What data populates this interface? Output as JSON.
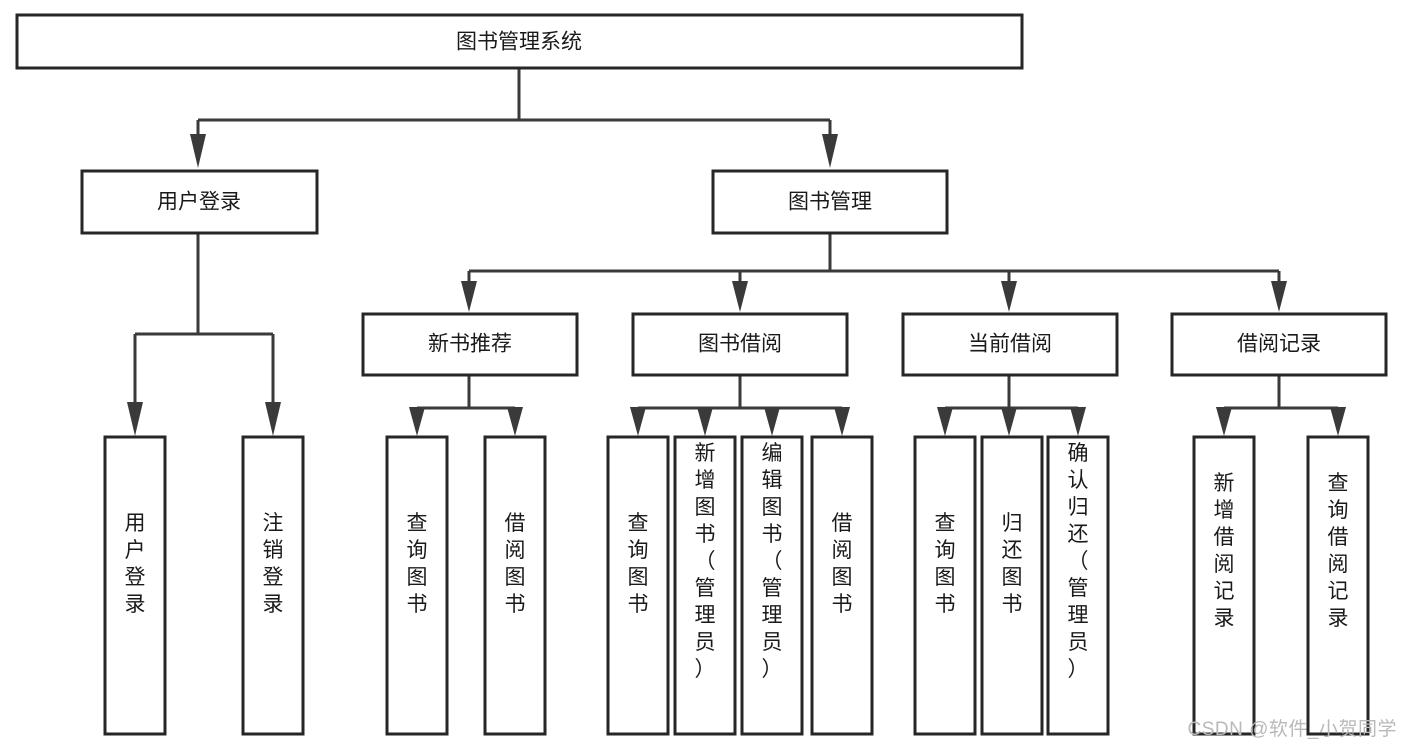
{
  "diagram": {
    "type": "tree-hierarchy",
    "title": "图书管理系统",
    "orientation": "top-down",
    "levels": 4,
    "root": {
      "id": "root",
      "label": "图书管理系统",
      "text_orientation": "horizontal"
    },
    "level2": [
      {
        "id": "user-login",
        "label": "用户登录",
        "text_orientation": "horizontal"
      },
      {
        "id": "book-manage",
        "label": "图书管理",
        "text_orientation": "horizontal"
      }
    ],
    "level3": [
      {
        "id": "new-book-rec",
        "label": "新书推荐",
        "text_orientation": "horizontal",
        "parent": "book-manage"
      },
      {
        "id": "book-borrow",
        "label": "图书借阅",
        "text_orientation": "horizontal",
        "parent": "book-manage"
      },
      {
        "id": "current-borrow",
        "label": "当前借阅",
        "text_orientation": "horizontal",
        "parent": "book-manage"
      },
      {
        "id": "borrow-record",
        "label": "借阅记录",
        "text_orientation": "horizontal",
        "parent": "book-manage"
      }
    ],
    "leaves": [
      {
        "id": "leaf-user-login",
        "label": "用户登录",
        "parent": "user-login",
        "text_orientation": "vertical"
      },
      {
        "id": "leaf-user-logout",
        "label": "注销登录",
        "parent": "user-login",
        "text_orientation": "vertical"
      },
      {
        "id": "leaf-query-book-1",
        "label": "查询图书",
        "parent": "new-book-rec",
        "text_orientation": "vertical"
      },
      {
        "id": "leaf-borrow-book-1",
        "label": "借阅图书",
        "parent": "new-book-rec",
        "text_orientation": "vertical"
      },
      {
        "id": "leaf-query-book-2",
        "label": "查询图书",
        "parent": "book-borrow",
        "text_orientation": "vertical"
      },
      {
        "id": "leaf-add-book",
        "label": "新增图书（管理员）",
        "parent": "book-borrow",
        "text_orientation": "vertical"
      },
      {
        "id": "leaf-edit-book",
        "label": "编辑图书（管理员）",
        "parent": "book-borrow",
        "text_orientation": "vertical"
      },
      {
        "id": "leaf-borrow-book-2",
        "label": "借阅图书",
        "parent": "book-borrow",
        "text_orientation": "vertical"
      },
      {
        "id": "leaf-query-book-3",
        "label": "查询图书",
        "parent": "current-borrow",
        "text_orientation": "vertical"
      },
      {
        "id": "leaf-return-book",
        "label": "归还图书",
        "parent": "current-borrow",
        "text_orientation": "vertical"
      },
      {
        "id": "leaf-confirm-return",
        "label": "确认归还（管理员）",
        "parent": "current-borrow",
        "text_orientation": "vertical"
      },
      {
        "id": "leaf-add-record",
        "label": "新增借阅记录",
        "parent": "borrow-record",
        "text_orientation": "vertical"
      },
      {
        "id": "leaf-query-record",
        "label": "查询借阅记录",
        "parent": "borrow-record",
        "text_orientation": "vertical"
      }
    ],
    "colors": {
      "box_stroke": "#262626",
      "box_fill": "#ffffff",
      "connector": "#3a3a3a",
      "label_text": "#1a1a1a",
      "background": "#ffffff",
      "watermark": "#b9b9b9"
    }
  },
  "watermark": {
    "text": "CSDN @软件_小贺同学"
  }
}
